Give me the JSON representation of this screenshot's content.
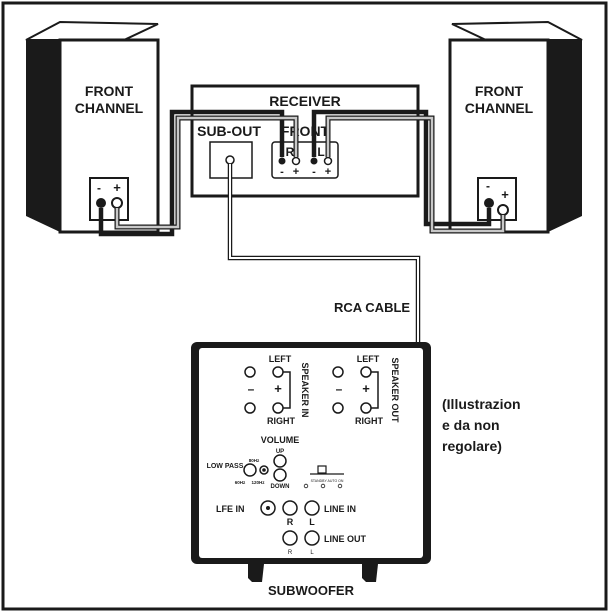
{
  "speakers": {
    "left_label_line1": "FRONT",
    "left_label_line2": "CHANNEL",
    "right_label_line1": "FRONT",
    "right_label_line2": "CHANNEL",
    "minus": "-",
    "plus": "+"
  },
  "receiver": {
    "title": "RECEIVER",
    "sub_out": "SUB-OUT",
    "front": "FRONT",
    "r": "R",
    "l": "L",
    "minus": "-",
    "plus": "+"
  },
  "cable": {
    "label": "RCA CABLE"
  },
  "subwoofer": {
    "title": "SUBWOOFER",
    "speaker_in": "SPEAKER IN",
    "speaker_out": "SPEAKER OUT",
    "left": "LEFT",
    "right": "RIGHT",
    "minus": "–",
    "plus": "+",
    "volume": "VOLUME",
    "up": "UP",
    "down": "DOWN",
    "low_pass": "LOW PASS",
    "hz_80": "80Hz",
    "hz_60": "60Hz",
    "hz_120": "120Hz",
    "lfe_in": "LFE IN",
    "line_in": "LINE IN",
    "r": "R",
    "l": "L",
    "line_out": "LINE OUT",
    "switch_labels": "STANDBY  AUTO  ON"
  },
  "note": {
    "line1": "(Illustrazion",
    "line2": "e da non",
    "line3": "regolare)"
  }
}
